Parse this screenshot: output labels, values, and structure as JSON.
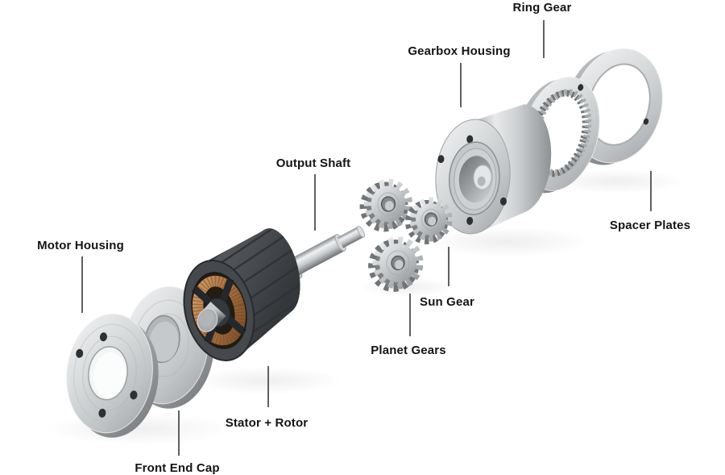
{
  "diagram": {
    "labels": {
      "ring_gear": "Ring Gear",
      "gearbox_housing": "Gearbox Housing",
      "spacer_plates": "Spacer Plates",
      "output_shaft": "Output Shaft",
      "sun_gear": "Sun Gear",
      "planet_gears": "Planet Gears",
      "motor_housing": "Motor Housing",
      "stator_rotor": "Stator + Rotor",
      "front_end_cap": "Front End Cap"
    },
    "colors": {
      "background": "#ffffff",
      "label_text": "#131416",
      "leader_line": "#5d6164",
      "metal_highlight": "#eff1f2",
      "metal_mid": "#c7cacc",
      "metal_shadow": "#8e9294",
      "stator_body": "#45494d",
      "copper": "#b2764a",
      "bolt_hole": "#2e3134"
    }
  }
}
